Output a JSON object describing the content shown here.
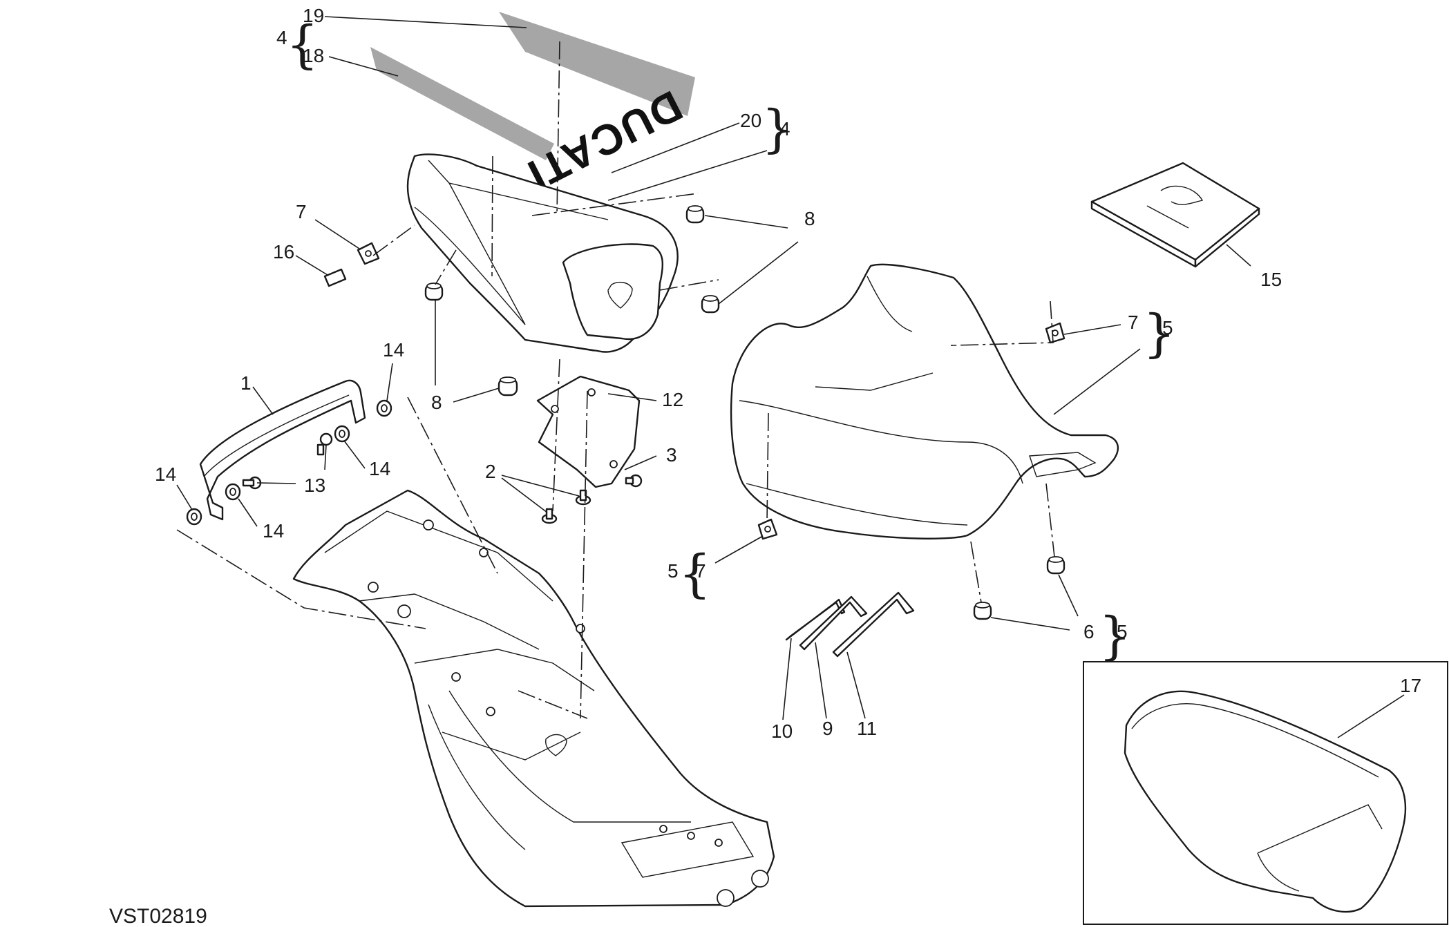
{
  "diagram": {
    "drawing_code": "VST02819",
    "brand_decal_text": "DUCATI",
    "callouts": [
      {
        "id": "c19",
        "text": "19"
      },
      {
        "id": "c18",
        "text": "18"
      },
      {
        "id": "c4a",
        "text": "4"
      },
      {
        "id": "c20",
        "text": "20"
      },
      {
        "id": "c4b",
        "text": "4"
      },
      {
        "id": "c7a",
        "text": "7"
      },
      {
        "id": "c16",
        "text": "16"
      },
      {
        "id": "c8a",
        "text": "8"
      },
      {
        "id": "c8b",
        "text": "8"
      },
      {
        "id": "c15",
        "text": "15"
      },
      {
        "id": "c7b",
        "text": "7"
      },
      {
        "id": "c5a",
        "text": "5"
      },
      {
        "id": "c14a",
        "text": "14"
      },
      {
        "id": "c1",
        "text": "1"
      },
      {
        "id": "c12",
        "text": "12"
      },
      {
        "id": "c14b",
        "text": "14"
      },
      {
        "id": "c3",
        "text": "3"
      },
      {
        "id": "c14c",
        "text": "14"
      },
      {
        "id": "c13",
        "text": "13"
      },
      {
        "id": "c2",
        "text": "2"
      },
      {
        "id": "c14d",
        "text": "14"
      },
      {
        "id": "c5b",
        "text": "5"
      },
      {
        "id": "c7c",
        "text": "7"
      },
      {
        "id": "c6",
        "text": "6"
      },
      {
        "id": "c5c",
        "text": "5"
      },
      {
        "id": "c10",
        "text": "10"
      },
      {
        "id": "c9",
        "text": "9"
      },
      {
        "id": "c11",
        "text": "11"
      },
      {
        "id": "c17",
        "text": "17"
      }
    ]
  }
}
